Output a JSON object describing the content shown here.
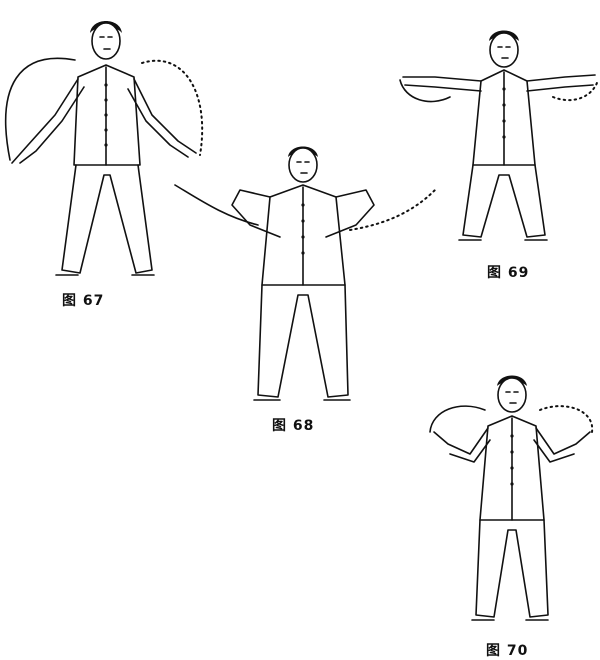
{
  "figures": [
    {
      "id": "fig67",
      "caption": "图 67"
    },
    {
      "id": "fig68",
      "caption": "图 68"
    },
    {
      "id": "fig69",
      "caption": "图 69"
    },
    {
      "id": "fig70",
      "caption": "图 70"
    }
  ],
  "icons": {
    "figure": "standing-person-illustration",
    "motion_path": "dotted-arc"
  }
}
